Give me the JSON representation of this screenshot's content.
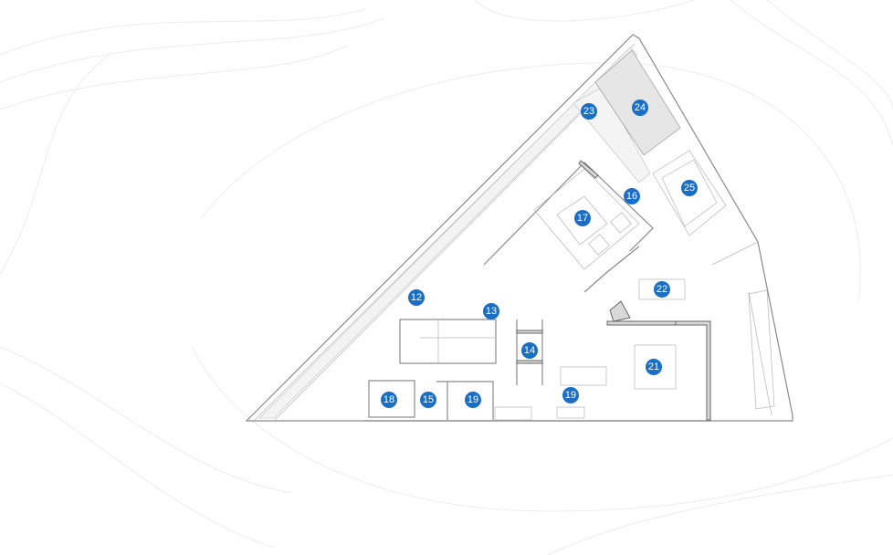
{
  "plan": {
    "marker_color": "#1a6fc4",
    "markers": [
      {
        "label": "23"
      },
      {
        "label": "24"
      },
      {
        "label": "25"
      },
      {
        "label": "16"
      },
      {
        "label": "17"
      },
      {
        "label": "22"
      },
      {
        "label": "12"
      },
      {
        "label": "13"
      },
      {
        "label": "14"
      },
      {
        "label": "21"
      },
      {
        "label": "18"
      },
      {
        "label": "15"
      },
      {
        "label": "19"
      },
      {
        "label": "19"
      }
    ]
  }
}
